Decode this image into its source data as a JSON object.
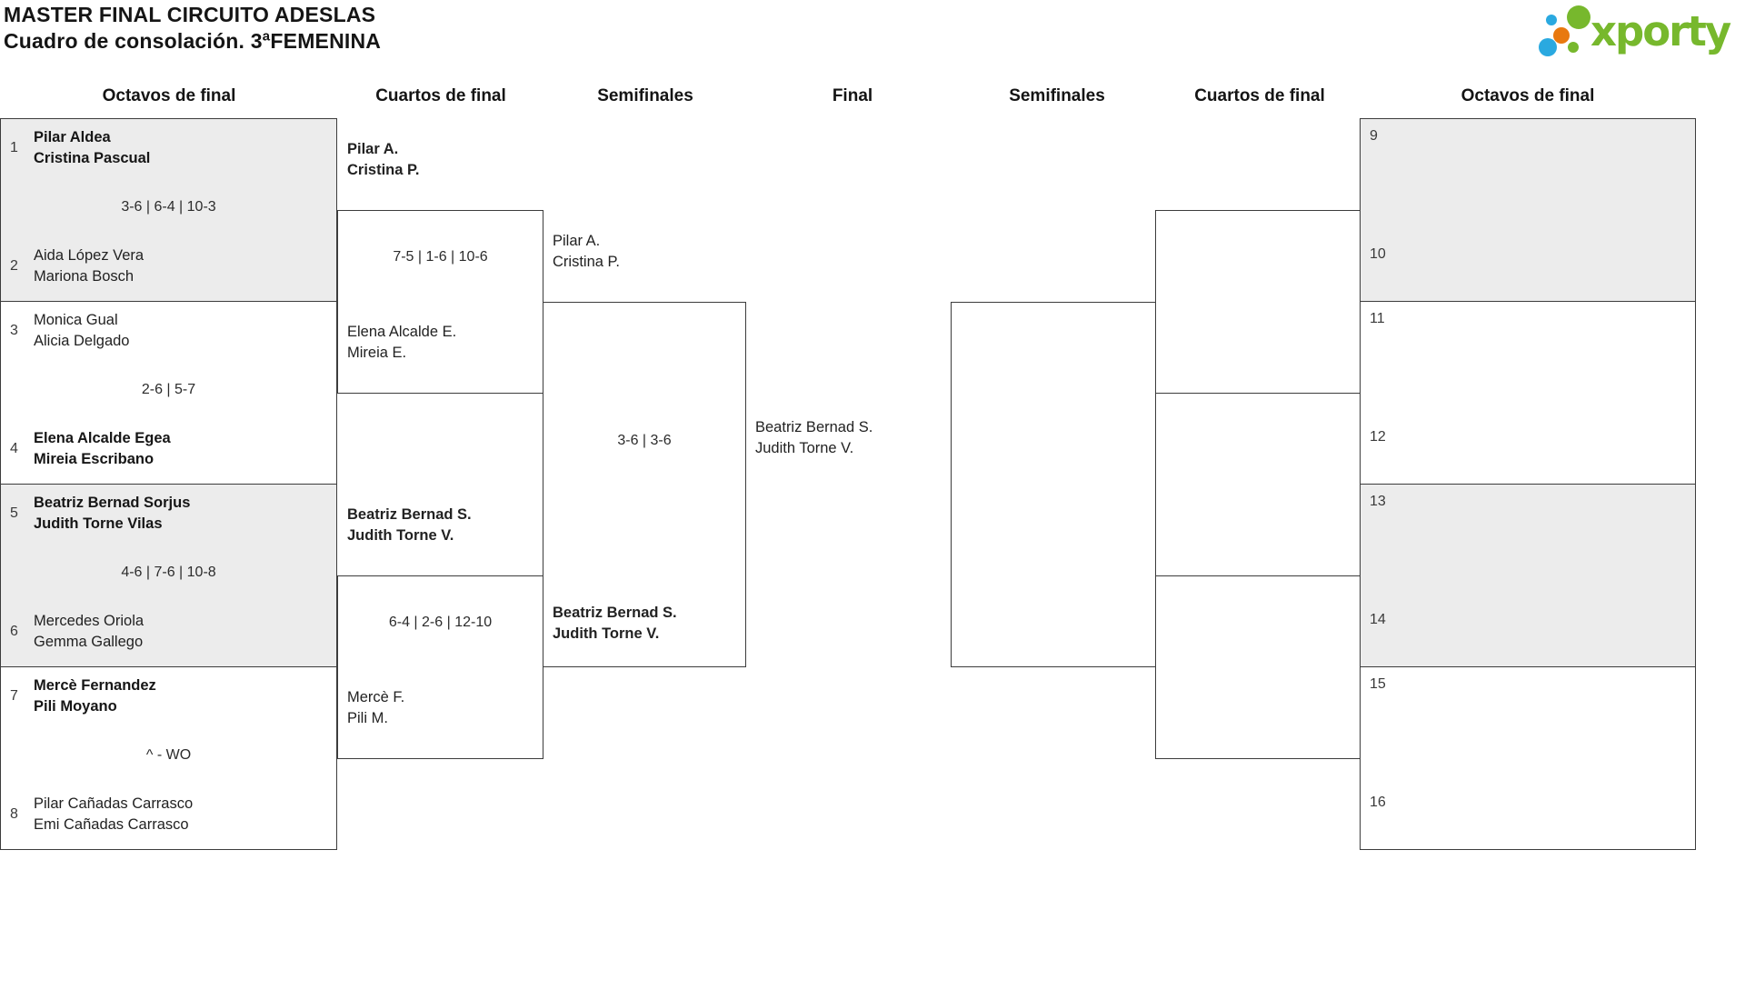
{
  "title": {
    "line1": "MASTER FINAL CIRCUITO ADESLAS",
    "line2": "Cuadro de consolación. 3ªFEMENINA"
  },
  "logo": {
    "text": "xporty",
    "colors": {
      "green": "#77b82d",
      "blue": "#2aa9e0",
      "orange": "#e8790f"
    }
  },
  "round_headers": [
    "Octavos de final",
    "Cuartos de final",
    "Semifinales",
    "Final",
    "Semifinales",
    "Cuartos de final",
    "Octavos de final"
  ],
  "colors": {
    "shade": "#ececec",
    "border": "#3c3c3c"
  },
  "left_matches": [
    {
      "team1": {
        "seed": "1",
        "line1": "Pilar Aldea",
        "line2": "Cristina Pascual",
        "winner": true
      },
      "score": "3-6 | 6-4 | 10-3",
      "team2": {
        "seed": "2",
        "line1": "Aida López Vera",
        "line2": "Mariona Bosch",
        "winner": false
      }
    },
    {
      "team1": {
        "seed": "3",
        "line1": "Monica Gual",
        "line2": "Alicia Delgado",
        "winner": false
      },
      "score": "2-6 | 5-7",
      "team2": {
        "seed": "4",
        "line1": "Elena Alcalde Egea",
        "line2": "Mireia Escribano",
        "winner": true
      }
    },
    {
      "team1": {
        "seed": "5",
        "line1": "Beatriz Bernad Sorjus",
        "line2": "Judith Torne Vilas",
        "winner": true
      },
      "score": "4-6 | 7-6 | 10-8",
      "team2": {
        "seed": "6",
        "line1": "Mercedes Oriola",
        "line2": "Gemma Gallego",
        "winner": false
      }
    },
    {
      "team1": {
        "seed": "7",
        "line1": "Mercè Fernandez",
        "line2": "Pili Moyano",
        "winner": true
      },
      "score": "^ - WO",
      "team2": {
        "seed": "8",
        "line1": "Pilar Cañadas Carrasco",
        "line2": "Emi Cañadas Carrasco",
        "winner": false
      }
    }
  ],
  "left_quarterfinals": [
    {
      "top": {
        "line1": "Pilar A.",
        "line2": "Cristina P.",
        "winner": true
      },
      "score": "7-5 | 1-6 | 10-6",
      "bottom": {
        "line1": "Elena Alcalde E.",
        "line2": "Mireia E.",
        "winner": false
      }
    },
    {
      "top": {
        "line1": "Beatriz Bernad S.",
        "line2": "Judith Torne V.",
        "winner": true
      },
      "score": "6-4 | 2-6 | 12-10",
      "bottom": {
        "line1": "Mercè F.",
        "line2": "Pili M.",
        "winner": false
      }
    }
  ],
  "left_semifinal": {
    "top": {
      "line1": "Pilar A.",
      "line2": "Cristina P.",
      "winner": false
    },
    "score": "3-6 | 3-6",
    "bottom": {
      "line1": "Beatriz Bernad S.",
      "line2": "Judith Torne V.",
      "winner": true
    }
  },
  "final": {
    "line1": "Beatriz Bernad S.",
    "line2": "Judith Torne V."
  },
  "right_matches": [
    {
      "seed1": "9",
      "seed2": "10"
    },
    {
      "seed1": "11",
      "seed2": "12"
    },
    {
      "seed1": "13",
      "seed2": "14"
    },
    {
      "seed1": "15",
      "seed2": "16"
    }
  ]
}
